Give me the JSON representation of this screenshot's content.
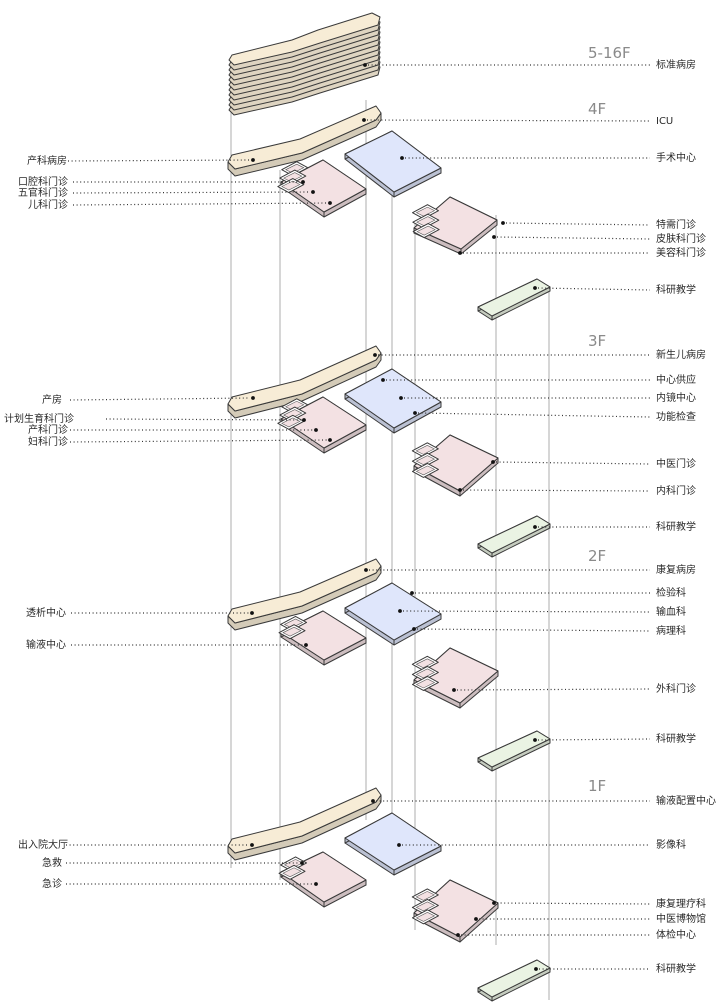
{
  "floors": [
    {
      "label": "5-16F",
      "right": [
        "标准病房"
      ],
      "left": []
    },
    {
      "label": "4F",
      "right": [
        "ICU",
        "手术中心",
        "特需门诊",
        "皮肤科门诊",
        "美容科门诊",
        "科研教学"
      ],
      "left": [
        "产科病房",
        "口腔科门诊",
        "五官科门诊",
        "儿科门诊"
      ]
    },
    {
      "label": "3F",
      "right": [
        "新生儿病房",
        "中心供应",
        "内镜中心",
        "功能检查",
        "中医门诊",
        "内科门诊",
        "科研教学"
      ],
      "left": [
        "产房",
        "计划生育科门诊",
        "产科门诊",
        "妇科门诊"
      ]
    },
    {
      "label": "2F",
      "right": [
        "康复病房",
        "检验科",
        "输血科",
        "病理科",
        "外科门诊",
        "科研教学"
      ],
      "left": [
        "透析中心",
        "输液中心"
      ]
    },
    {
      "label": "1F",
      "right": [
        "输液配置中心",
        "影像科",
        "康复理疗科",
        "中医博物馆",
        "体检中心",
        "科研教学"
      ],
      "left": [
        "出入院大厅",
        "急救",
        "急诊"
      ]
    }
  ],
  "colors": {
    "ward": "#f7ecd6",
    "surgery": "#dfe6fb",
    "clinic": "#f3e1e3",
    "research": "#eaf3e3"
  }
}
